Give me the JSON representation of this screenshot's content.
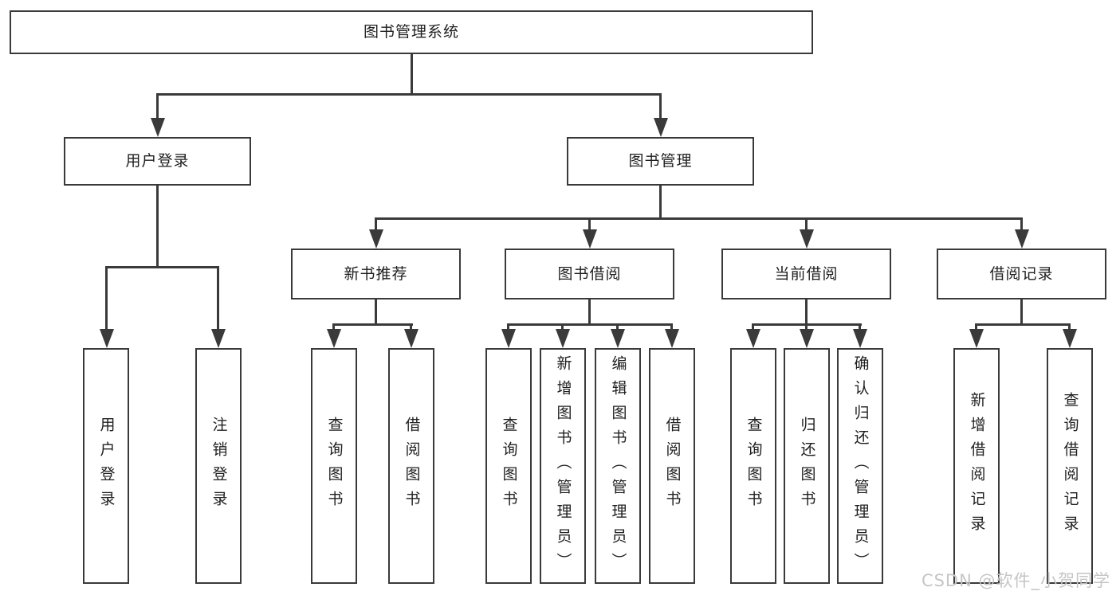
{
  "root": {
    "label": "图书管理系统"
  },
  "level2": [
    {
      "label": "用户登录"
    },
    {
      "label": "图书管理"
    }
  ],
  "level3": [
    {
      "label": "新书推荐"
    },
    {
      "label": "图书借阅"
    },
    {
      "label": "当前借阅"
    },
    {
      "label": "借阅记录"
    }
  ],
  "leaves": [
    {
      "label": "用户登录"
    },
    {
      "label": "注销登录"
    },
    {
      "label": "查询图书"
    },
    {
      "label": "借阅图书"
    },
    {
      "label": "查询图书"
    },
    {
      "label": "新增图书（管理员）"
    },
    {
      "label": "编辑图书（管理员）"
    },
    {
      "label": "借阅图书"
    },
    {
      "label": "查询图书"
    },
    {
      "label": "归还图书"
    },
    {
      "label": "确认归还（管理员）"
    },
    {
      "label": "新增借阅记录"
    },
    {
      "label": "查询借阅记录"
    }
  ],
  "watermark": {
    "text": "CSDN @软件_小贺同学"
  },
  "colors": {
    "line": "#3a3a3a",
    "text": "#1f1f1f",
    "watermark": "#c6c6c6",
    "background": "#ffffff"
  }
}
